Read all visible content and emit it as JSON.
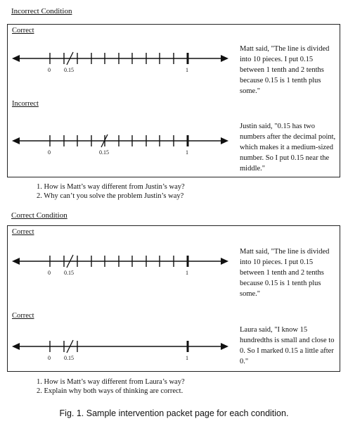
{
  "incorrect_condition": {
    "title": "Incorrect Condition",
    "panels": [
      {
        "label": "Correct",
        "tick_zero": "0",
        "tick_mark": "0.15",
        "tick_one": "1",
        "quote": "Matt said, \"The line is divided into 10 pieces. I put 0.15 between 1 tenth and 2 tenths because 0.15 is 1 tenth plus some.\""
      },
      {
        "label": "Incorrect",
        "tick_zero": "0",
        "tick_mark": "0.15",
        "tick_one": "1",
        "quote": "Justin said, \"0.15 has two numbers after the decimal point, which makes it a medium-sized number. So I put 0.15 near the middle.\""
      }
    ],
    "questions": [
      "1.  How is Matt’s way different from Justin’s way?",
      "2.  Why can’t you solve the problem Justin’s way?"
    ]
  },
  "correct_condition": {
    "title": "Correct Condition",
    "panels": [
      {
        "label": "Correct",
        "tick_zero": "0",
        "tick_mark": "0.15",
        "tick_one": "1",
        "quote": "Matt said, \"The line is divided into 10 pieces. I put 0.15 between 1 tenth and 2 tenths because 0.15 is 1 tenth plus some.\""
      },
      {
        "label": "Correct",
        "tick_zero": "0",
        "tick_mark": "0.15",
        "tick_one": "1",
        "quote": "Laura said, \"I know 15 hundredths is small and close to 0. So I marked 0.15 a little after 0.\""
      }
    ],
    "questions": [
      "1.  How is Matt’s way different from Laura’s way?",
      "2.  Explain why both ways of thinking are correct."
    ]
  },
  "caption": "Fig. 1. Sample intervention packet page for each condition."
}
